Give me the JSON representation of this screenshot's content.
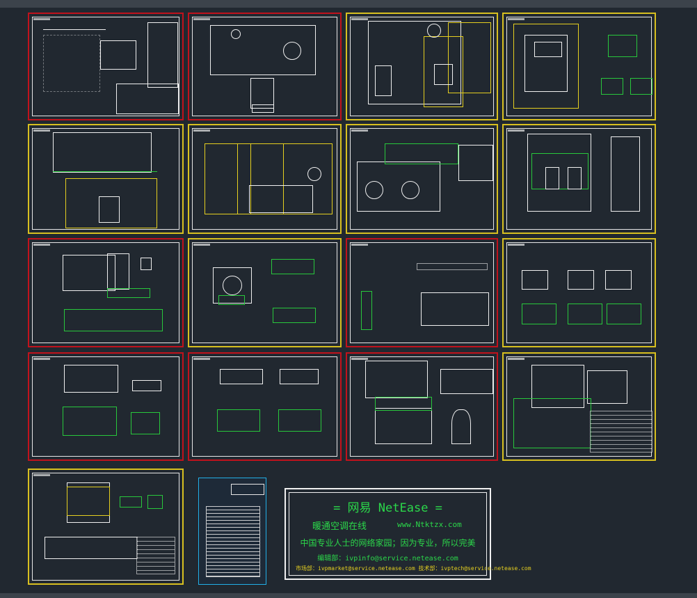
{
  "netease": {
    "title": "=  网易 NetEase  =",
    "subtitle": "暖通空调在线",
    "url": "www.Ntktzx.com",
    "slogan": "中国专业人士的网络家园；因为专业，所以完美",
    "edit": "编辑部：ivpinfo@service.netease.com",
    "footer": "市场部：ivpmarket@service.netease.com  技术部：ivptech@service.netease.com"
  },
  "colors": {
    "background": "#212830",
    "sheet_border_red": "#c1121c",
    "sheet_border_yellow": "#d8c020",
    "drawing_green": "#28c83c",
    "drawing_yellow": "#e6d020",
    "index_blue": "#22b0e8"
  }
}
